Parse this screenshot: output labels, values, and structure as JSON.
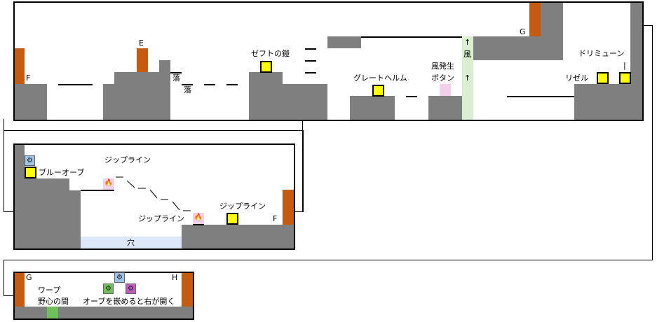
{
  "panel1": {
    "labels": {
      "f": "F",
      "e": "E",
      "g": "G",
      "fall1": "落",
      "fall2": "落",
      "zeft": "ゼフトの鎧",
      "great": "グレートヘルム",
      "windbtn1": "風発生",
      "windbtn2": "ボタン",
      "wind_up1": "↑",
      "wind_char": "風",
      "wind_up2": "↑",
      "drimu": "ドリミューン",
      "rizel": "リゼル",
      "tick": "|"
    }
  },
  "panel2": {
    "labels": {
      "blue_orb": "ブルーオーブ",
      "zip1": "ジップライン",
      "zip2": "ジップライン",
      "zip3": "ジップライン",
      "f": "F",
      "hole": "穴",
      "gear_glyph": "⚙",
      "fire_glyph": "🔥"
    }
  },
  "panel3": {
    "labels": {
      "g": "G",
      "h": "H",
      "warp": "ワープ",
      "room": "野心の間",
      "orb_note": "オーブを嵌めると右が開く",
      "gear_glyph": "⚙"
    }
  },
  "colors": {
    "ground": "#7f7f7f",
    "door": "#c55a11",
    "item": "#ffff00",
    "button": "#f2d0ea",
    "wind": "#d9f0d0",
    "hole": "#dce8f7",
    "orb_blue": "#9cc2e5",
    "orb_green": "#70c05a",
    "orb_magenta": "#c05ac0"
  }
}
